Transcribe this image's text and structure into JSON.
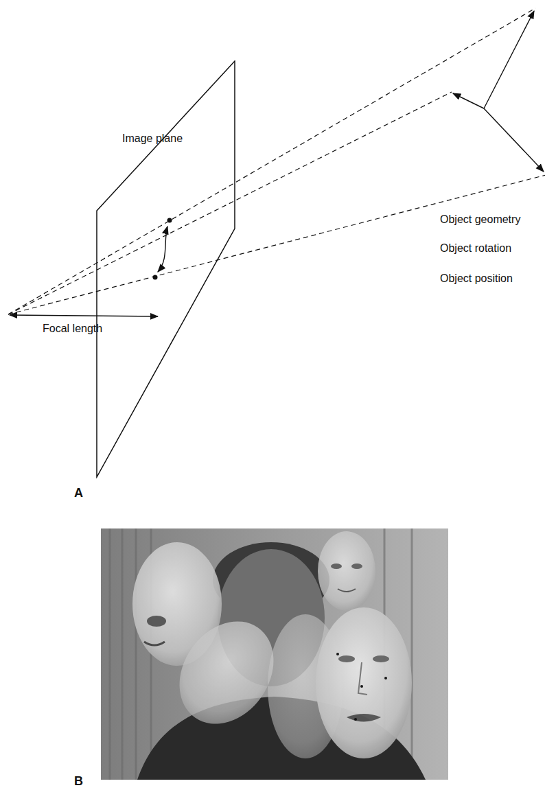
{
  "diagram": {
    "nodes": [
      {
        "text": [
          "Image plane"
        ]
      }
    ],
    "labels": [
      "Focal length",
      "Object geometry",
      "Object rotation",
      "Object position",
      "A",
      "B"
    ]
  }
}
